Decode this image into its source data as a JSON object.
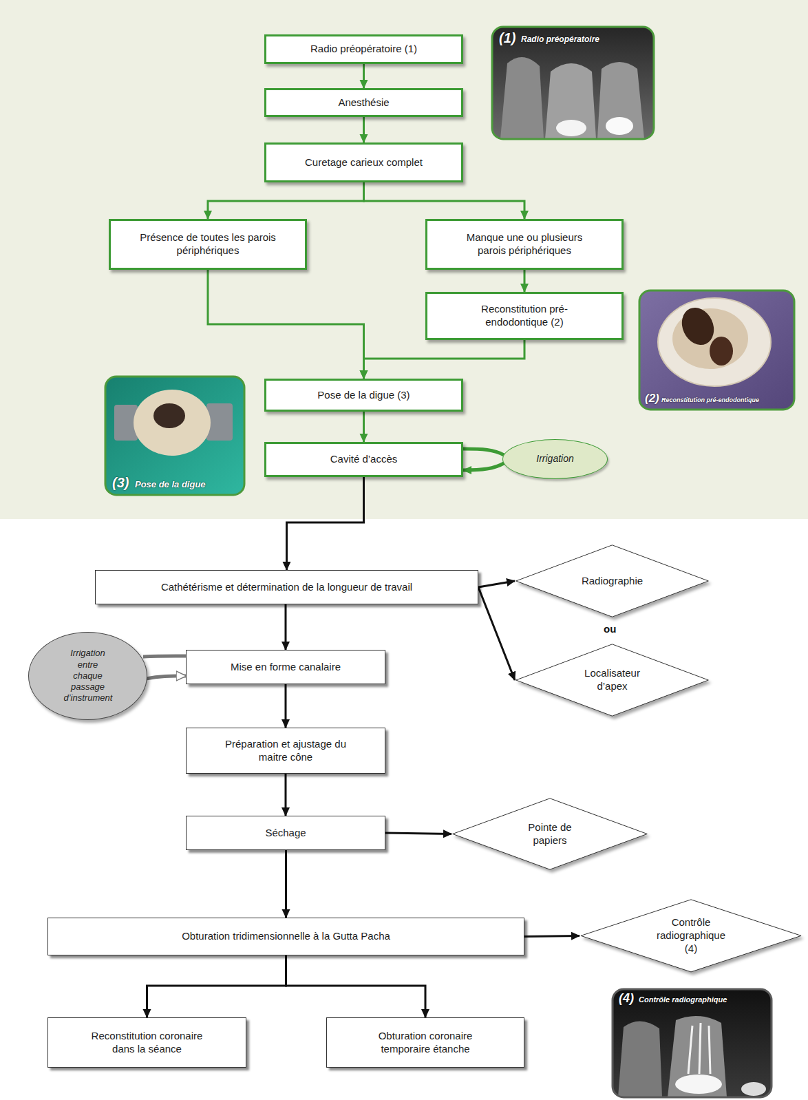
{
  "diagram": {
    "nodes": [
      {
        "text": [
          "Radio préopératoire (1)"
        ]
      },
      {
        "text": [
          "Anesthésie"
        ]
      },
      {
        "text": [
          "Curetage carieux complet"
        ]
      },
      {
        "text": [
          "Présence de toutes les parois périphériques"
        ]
      },
      {
        "text": [
          "Manque une ou plusieurs parois périphériques"
        ]
      },
      {
        "text": [
          "Reconstitution pré-endodontique (2)"
        ]
      },
      {
        "text": [
          "Pose de la digue (3)"
        ]
      },
      {
        "text": [
          "Cavité d’accès"
        ]
      },
      {
        "text": [
          "Irrigation"
        ]
      },
      {
        "text": [
          "Cathétérisme et détermination de la longueur de travail"
        ]
      },
      {
        "text": [
          "Radiographie"
        ]
      },
      {
        "text": [
          "Localisateur d’apex"
        ]
      },
      {
        "text": [
          "Irrigation entre chaque passage d’instrument"
        ]
      },
      {
        "text": [
          "Mise en forme canalaire"
        ]
      },
      {
        "text": [
          "Préparation et ajustage du maitre cône"
        ]
      },
      {
        "text": [
          "Séchage"
        ]
      },
      {
        "text": [
          "Pointe de papiers"
        ]
      },
      {
        "text": [
          "Obturation tridimensionnelle à la Gutta Pacha"
        ]
      },
      {
        "text": [
          "Contrôle radiographique (4)"
        ]
      },
      {
        "text": [
          "Reconstitution coronaire dans la séance"
        ]
      },
      {
        "text": [
          "Obturation coronaire temporaire étanche"
        ]
      }
    ],
    "edges": [
      {
        "from": 0,
        "to": 1,
        "arrow": "to"
      },
      {
        "from": 1,
        "to": 2,
        "arrow": "to"
      },
      {
        "from": 2,
        "to": 3,
        "arrow": "to"
      },
      {
        "from": 2,
        "to": 4,
        "arrow": "to"
      },
      {
        "from": 4,
        "to": 5,
        "arrow": "to"
      },
      {
        "from": 3,
        "to": 6,
        "arrow": "to"
      },
      {
        "from": 5,
        "to": 6,
        "arrow": "to"
      },
      {
        "from": 6,
        "to": 7,
        "arrow": "to"
      },
      {
        "from": 7,
        "to": 8,
        "arrow": "none"
      },
      {
        "from": 8,
        "to": 7,
        "arrow": "to"
      },
      {
        "from": 7,
        "to": 9,
        "arrow": "to"
      },
      {
        "from": 9,
        "to": 10,
        "arrow": "to"
      },
      {
        "from": 9,
        "to": 11,
        "arrow": "to"
      },
      {
        "from": 9,
        "to": 13,
        "arrow": "to"
      },
      {
        "from": 13,
        "to": 12,
        "arrow": "none"
      },
      {
        "from": 12,
        "to": 13,
        "arrow": "to"
      },
      {
        "from": 13,
        "to": 14,
        "arrow": "to"
      },
      {
        "from": 14,
        "to": 15,
        "arrow": "to"
      },
      {
        "from": 15,
        "to": 16,
        "arrow": "to"
      },
      {
        "from": 15,
        "to": 17,
        "arrow": "to"
      },
      {
        "from": 17,
        "to": 18,
        "arrow": "to"
      },
      {
        "from": 17,
        "to": 19,
        "arrow": "to"
      },
      {
        "from": 17,
        "to": 20,
        "arrow": "to"
      }
    ],
    "labels": [
      "(1)",
      "Radio préopératoire",
      "(2)",
      "Reconstitution pré-endodontique",
      "(3)",
      "Pose de la digue",
      "(4)",
      "Contrôle radiographique",
      "ou"
    ]
  }
}
